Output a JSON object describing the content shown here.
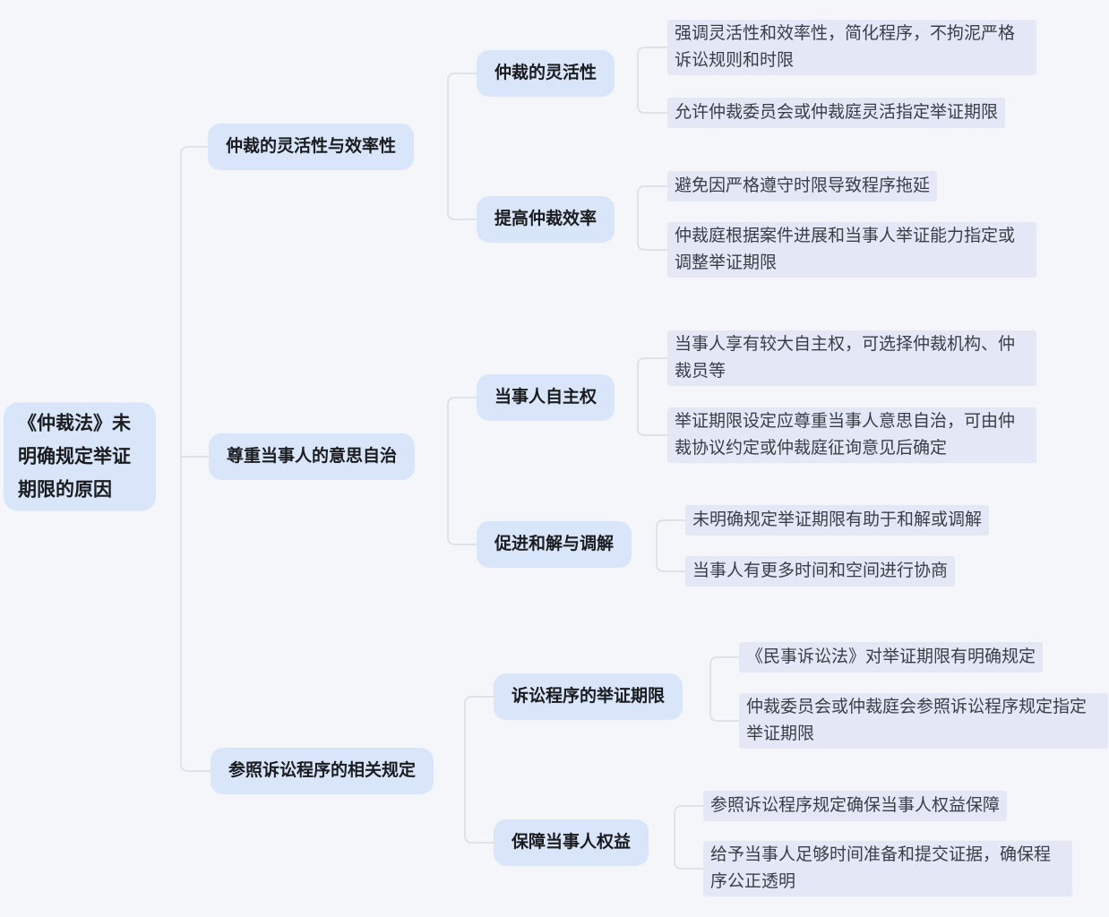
{
  "colors": {
    "background": "#f4f6f9",
    "node_fill": "#d9e6f9",
    "leaf_fill": "#e3e7f6",
    "node_text": "#1a1c1f",
    "leaf_text": "#3a3f46",
    "connector": "#d8dce3"
  },
  "root": {
    "label": "《仲裁法》未明确规定举证期限的原因"
  },
  "branches": [
    {
      "label": "仲裁的灵活性与效率性",
      "children": [
        {
          "label": "仲裁的灵活性",
          "leaves": [
            "强调灵活性和效率性，简化程序，不拘泥严格诉讼规则和时限",
            "允许仲裁委员会或仲裁庭灵活指定举证期限"
          ]
        },
        {
          "label": "提高仲裁效率",
          "leaves": [
            "避免因严格遵守时限导致程序拖延",
            "仲裁庭根据案件进展和当事人举证能力指定或调整举证期限"
          ]
        }
      ]
    },
    {
      "label": "尊重当事人的意思自治",
      "children": [
        {
          "label": "当事人自主权",
          "leaves": [
            "当事人享有较大自主权，可选择仲裁机构、仲裁员等",
            "举证期限设定应尊重当事人意思自治，可由仲裁协议约定或仲裁庭征询意见后确定"
          ]
        },
        {
          "label": "促进和解与调解",
          "leaves": [
            "未明确规定举证期限有助于和解或调解",
            "当事人有更多时间和空间进行协商"
          ]
        }
      ]
    },
    {
      "label": "参照诉讼程序的相关规定",
      "children": [
        {
          "label": "诉讼程序的举证期限",
          "leaves": [
            "《民事诉讼法》对举证期限有明确规定",
            "仲裁委员会或仲裁庭会参照诉讼程序规定指定举证期限"
          ]
        },
        {
          "label": "保障当事人权益",
          "leaves": [
            "参照诉讼程序规定确保当事人权益保障",
            "给予当事人足够时间准备和提交证据，确保程序公正透明"
          ]
        }
      ]
    }
  ]
}
